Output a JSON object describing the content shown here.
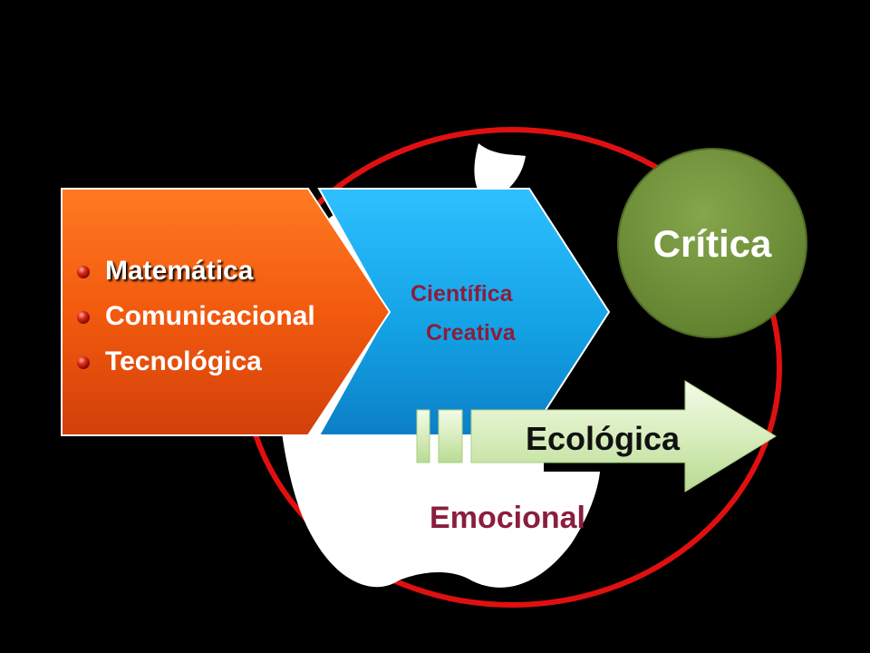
{
  "slide": {
    "background": "#000000"
  },
  "left_panel": {
    "color": "#f05a10",
    "items": [
      "Matemática",
      "Comunicacional",
      "Tecnológica"
    ],
    "bullet_icon": "red-sphere-bullet"
  },
  "middle_panel": {
    "color": "#1aa6e8",
    "line1": "Científica",
    "line2": "Creativa",
    "text_color": "#8a1e3c"
  },
  "circle_badge": {
    "label": "Crítica",
    "color": "#6f8f3a"
  },
  "arrow": {
    "label": "Ecológica",
    "color": "#dcefc4"
  },
  "bottom_label": {
    "text": "Emocional",
    "color": "#8a1e3c"
  },
  "ring": {
    "color": "#e01010"
  },
  "background_icon": "apple-logo-icon"
}
